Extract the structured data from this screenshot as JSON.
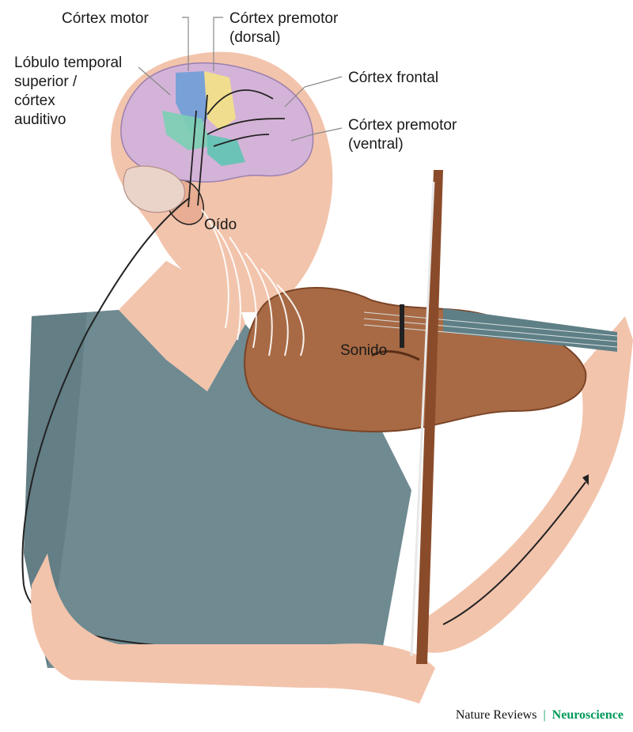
{
  "labels": {
    "cortex_motor": "Córtex motor",
    "cortex_premotor_dorsal": [
      "Córtex premotor",
      "(dorsal)"
    ],
    "lobulo_temporal": [
      "Lóbulo temporal",
      "superior /",
      "córtex",
      "auditivo"
    ],
    "cortex_frontal": "Córtex frontal",
    "cortex_premotor_ventral": [
      "Córtex premotor",
      "(ventral)"
    ],
    "oido": "Oído",
    "sonido": "Sonido"
  },
  "credit": {
    "journal": "Nature Reviews",
    "separator": "|",
    "section": "Neuroscience"
  },
  "colors": {
    "skin": "#f2c4ac",
    "skin_shadow": "#e8ad92",
    "shirt": "#6f8a91",
    "shirt_dark": "#5c767d",
    "brain": "#d4b3d8",
    "brain_lobe": "#b9a0d0",
    "motor_area": "#6f9fd8",
    "premotor_dorsal": "#f1e08a",
    "premotor_ventral": "#5fc4b4",
    "auditory_area": "#7bcfb4",
    "violin": "#a86a44",
    "violin_dark": "#7a4427",
    "bow": "#8a4b2a",
    "strings": "#5f7f86",
    "credit_accent": "#009a5a"
  }
}
